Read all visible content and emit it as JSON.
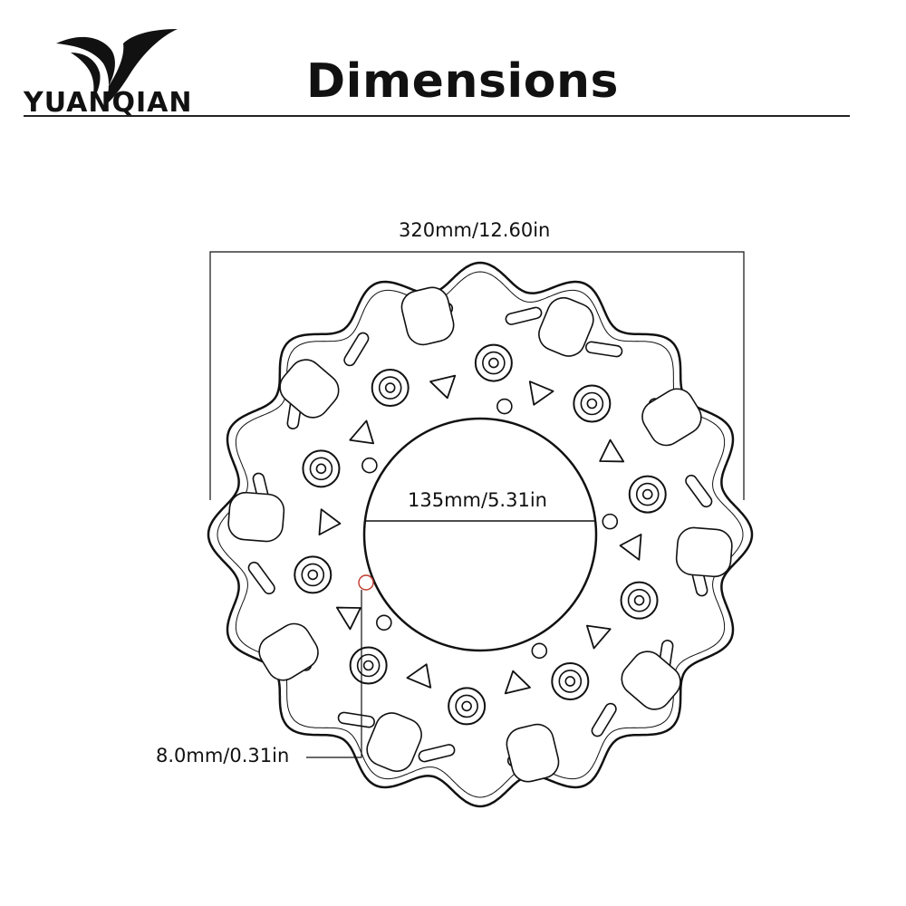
{
  "brand": {
    "name": "YUANQIAN"
  },
  "header": {
    "title": "Dimensions"
  },
  "dimensions": {
    "outer_diameter": "320mm/12.60in",
    "inner_diameter": "135mm/5.31in",
    "hole_diameter": "8.0mm/0.31in"
  },
  "colors": {
    "line": "#111111",
    "marker": "#c0392b",
    "background": "#ffffff"
  }
}
